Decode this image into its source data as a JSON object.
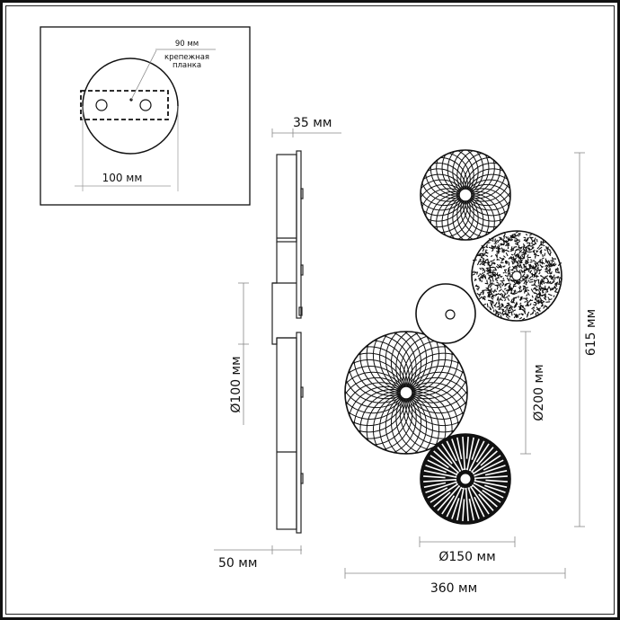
{
  "inset": {
    "strip_dimension": "90 мм",
    "strip_label_line1": "крепежная",
    "strip_label_line2": "планка",
    "base_diameter": "100 мм"
  },
  "side_view": {
    "depth_top": "35 мм",
    "base_diameter": "Ø100 мм",
    "depth_bottom": "50 мм"
  },
  "front_view": {
    "height": "615 мм",
    "large_disc_diameter": "Ø200 мм",
    "small_disc_diameter": "Ø150 мм",
    "total_width": "360 мм"
  },
  "colors": {
    "line": "#111111",
    "dimension_line": "#8a8a8a",
    "background": "#ffffff"
  }
}
